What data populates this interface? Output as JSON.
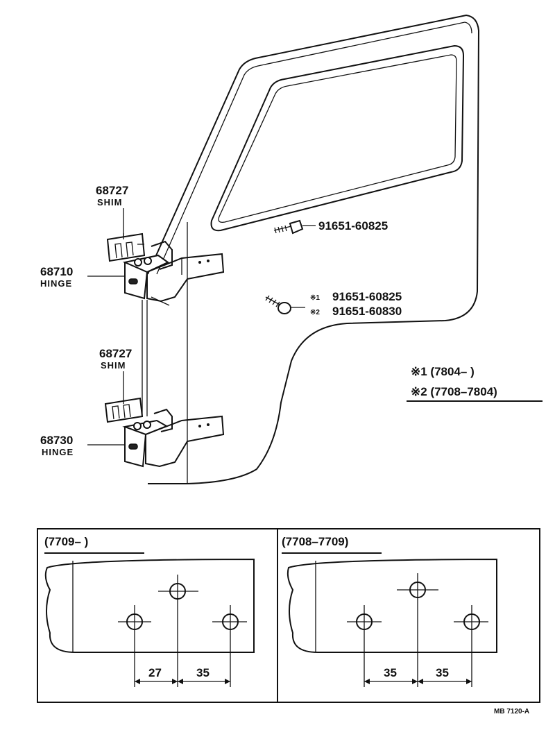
{
  "parts": {
    "shim_upper": {
      "number": "68727",
      "name": "SHIM"
    },
    "hinge_upper": {
      "number": "68710",
      "name": "HINGE"
    },
    "shim_lower": {
      "number": "68727",
      "name": "SHIM"
    },
    "hinge_lower": {
      "number": "68730",
      "name": "HINGE"
    },
    "bolt_upper": {
      "number": "91651-60825"
    },
    "bolt_lower_1": {
      "mark": "※1",
      "number": "91651-60825"
    },
    "bolt_lower_2": {
      "mark": "※2",
      "number": "91651-60830"
    }
  },
  "legend": {
    "note1": "※1 (7804–       )",
    "note2": "※2 (7708–7804)"
  },
  "details": [
    {
      "label": "(7709–        )",
      "dim_left": "27",
      "dim_right": "35"
    },
    {
      "label": "(7708–7709)",
      "dim_left": "35",
      "dim_right": "35"
    }
  ],
  "drawing_code": "MB 7120-A"
}
